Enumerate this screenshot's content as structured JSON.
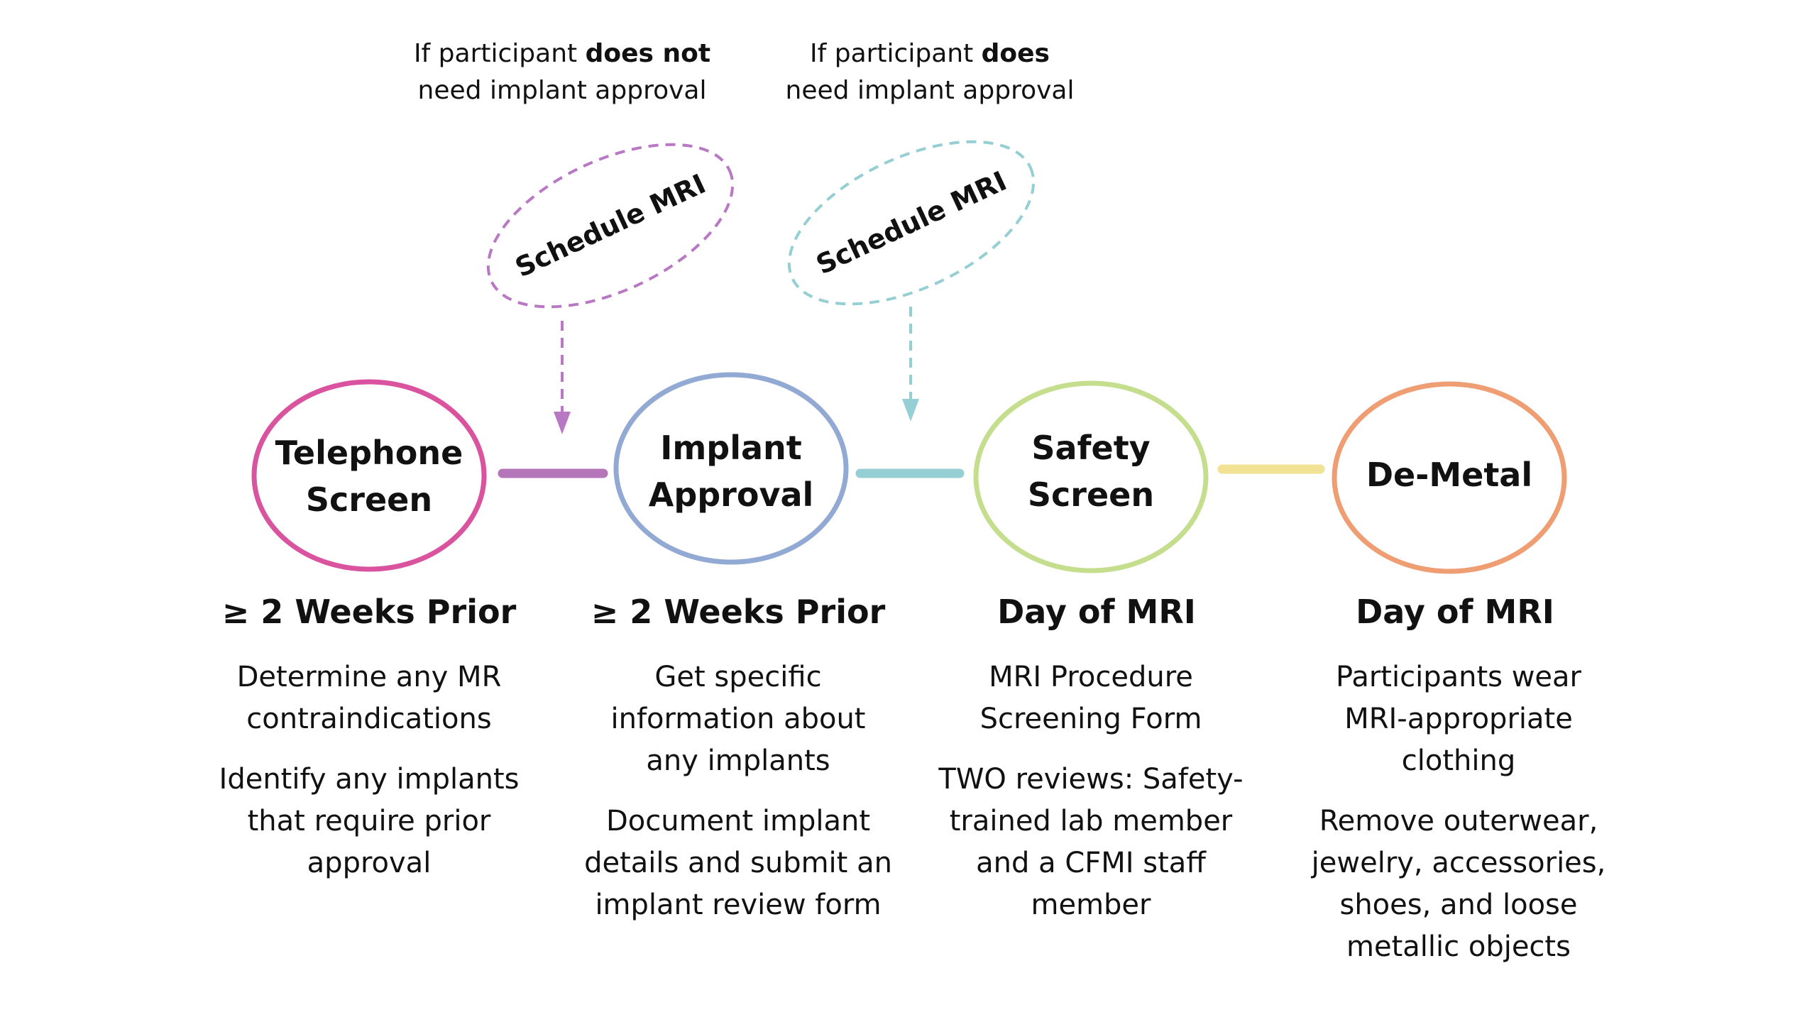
{
  "notes": {
    "no_approval": {
      "prefix": "If participant ",
      "emphasis": "does not",
      "suffix": "need implant approval"
    },
    "approval": {
      "prefix": "If participant ",
      "emphasis": "does",
      "suffix": "need implant approval"
    }
  },
  "schedule": {
    "first": {
      "label": "Schedule MRI",
      "color": "#b878c4"
    },
    "second": {
      "label": "Schedule MRI",
      "color": "#95cfd3"
    }
  },
  "steps": [
    {
      "title": [
        "Telephone",
        "Screen"
      ],
      "color": "#d9539f",
      "timing": "≥ 2 Weeks Prior",
      "descriptions": [
        "Determine any MR contraindications",
        "Identify any implants that require prior approval"
      ]
    },
    {
      "title": [
        "Implant",
        "Approval"
      ],
      "color": "#92a9d3",
      "timing": "≥ 2 Weeks Prior",
      "descriptions": [
        "Get specific information about any implants",
        "Document implant details and submit an implant review form"
      ]
    },
    {
      "title": [
        "Safety",
        "Screen"
      ],
      "color": "#c4de8e",
      "timing": "Day of MRI",
      "descriptions": [
        "MRI Procedure Screening Form",
        "TWO reviews: Safety-trained lab member and a CFMI staff member"
      ]
    },
    {
      "title": [
        "De-Metal"
      ],
      "color": "#ef9d72",
      "timing": "Day of MRI",
      "descriptions": [
        "Participants wear MRI-appropriate clothing",
        "Remove outerwear, jewelry, accessories, shoes, and loose metallic objects"
      ]
    }
  ],
  "connectors": [
    {
      "color": "#b476b9"
    },
    {
      "color": "#95cfd3"
    },
    {
      "color": "#f1e393"
    }
  ]
}
